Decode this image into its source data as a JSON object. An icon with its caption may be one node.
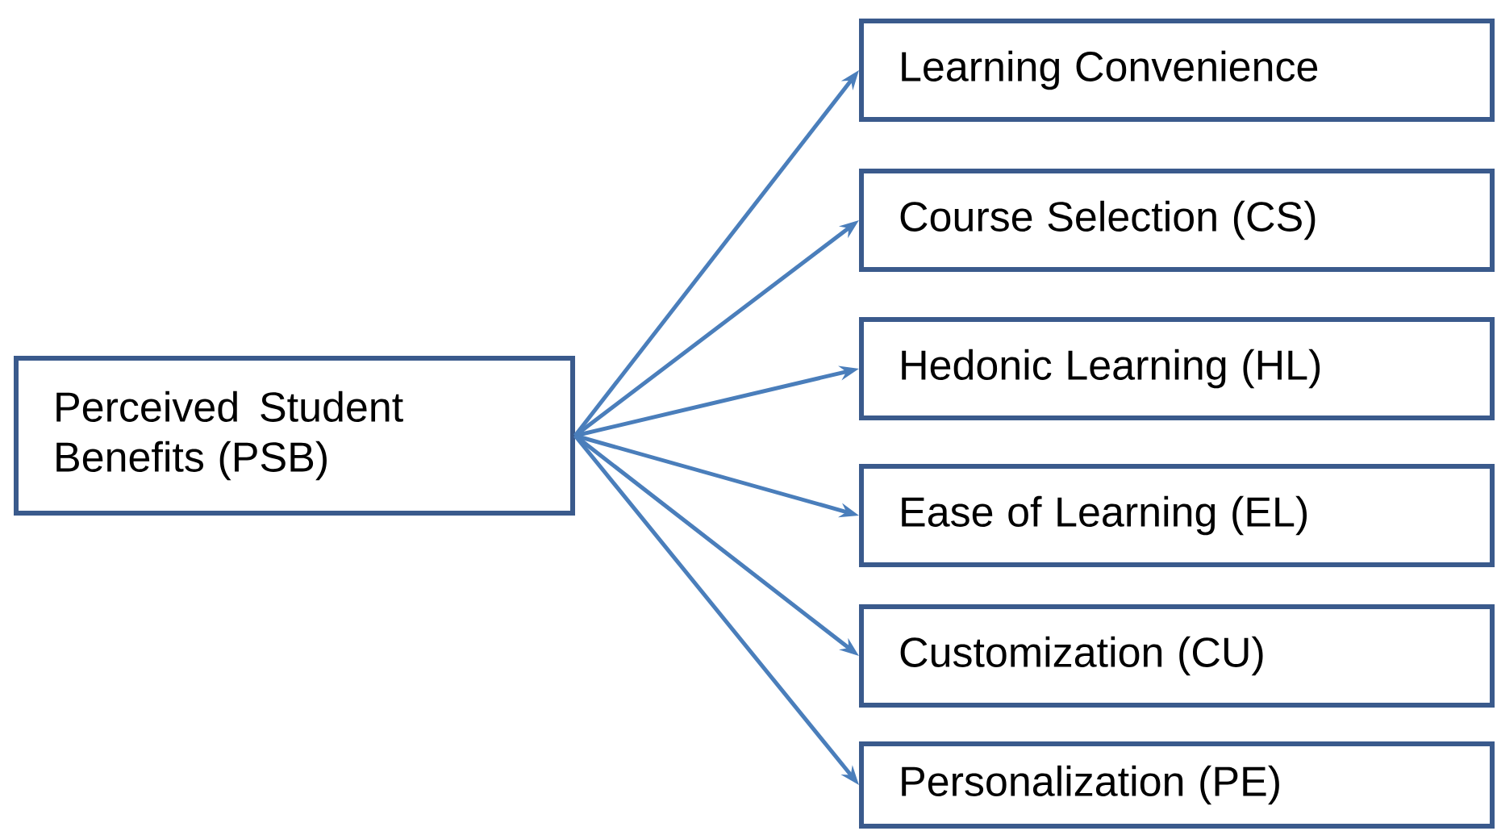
{
  "diagram": {
    "nodes": [
      {
        "text": [
          "Perceived Student Benefits (PSB)"
        ]
      },
      {
        "text": [
          "Learning Convenience"
        ]
      },
      {
        "text": [
          "Course Selection (CS)"
        ]
      },
      {
        "text": [
          "Hedonic Learning (HL)"
        ]
      },
      {
        "text": [
          "Ease of Learning (EL)"
        ]
      },
      {
        "text": [
          "Customization (CU)"
        ]
      },
      {
        "text": [
          "Personalization (PE)"
        ]
      }
    ],
    "edges": [
      {
        "from": 0,
        "to": 1,
        "arrow": "to"
      },
      {
        "from": 0,
        "to": 2,
        "arrow": "to"
      },
      {
        "from": 0,
        "to": 3,
        "arrow": "to"
      },
      {
        "from": 0,
        "to": 4,
        "arrow": "to"
      },
      {
        "from": 0,
        "to": 5,
        "arrow": "to"
      },
      {
        "from": 0,
        "to": 6,
        "arrow": "to"
      }
    ]
  }
}
